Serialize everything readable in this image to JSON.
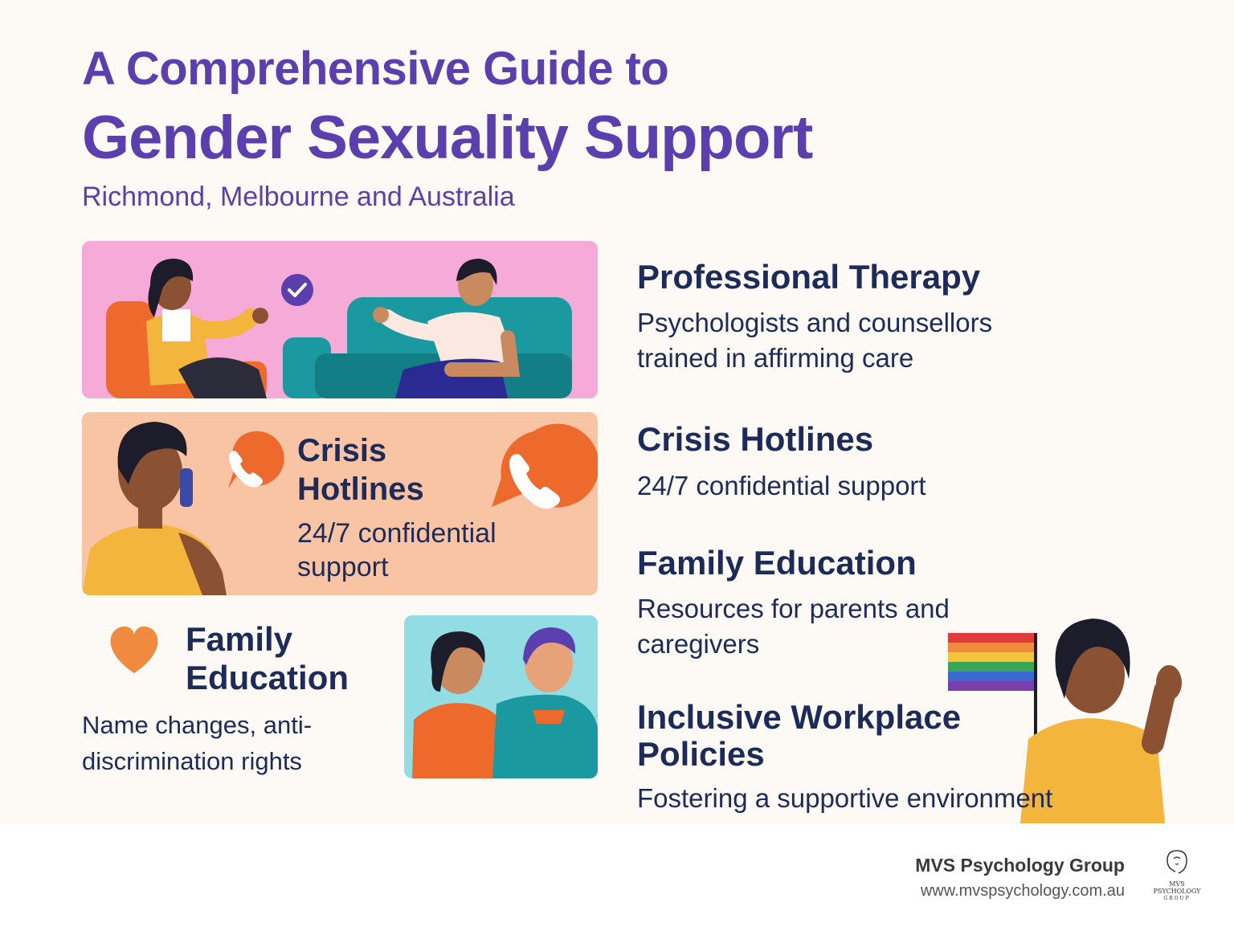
{
  "header": {
    "title_line1": "A Comprehensive Guide to",
    "title_line2": "Gender Sexuality Support",
    "subtitle": "Richmond, Melbourne and Australia"
  },
  "left_panels": {
    "crisis": {
      "title": "Crisis Hotlines",
      "subtitle": "24/7 confidential support"
    },
    "family": {
      "title": "Family Education",
      "description": "Name changes, anti-discrimination rights"
    }
  },
  "right_items": [
    {
      "title": "Professional Therapy",
      "description": "Psychologists and counsellors trained in affirming care"
    },
    {
      "title": "Crisis Hotlines",
      "description": "24/7 confidential support"
    },
    {
      "title": "Family Education",
      "description": "Resources for parents and caregivers"
    },
    {
      "title": "Inclusive Workplace Policies",
      "description": "Fostering a supportive environment"
    }
  ],
  "footer": {
    "brand": "MVS Psychology Group",
    "url": "www.mvspsychology.com.au",
    "logo_text_line1": "MVS",
    "logo_text_line2": "PSYCHOLOGY",
    "logo_text_line3": "GROUP"
  },
  "colors": {
    "title_purple": "#5b3fae",
    "navy_text": "#1c2b5a",
    "therapy_panel": "#f5aad8",
    "crisis_panel": "#f9c4a4",
    "family_panel": "#92dde4",
    "accent_orange": "#ee6a2c"
  },
  "icons": [
    "check-circle-icon",
    "phone-bubble-icon",
    "heart-icon",
    "rainbow-flag-icon",
    "mvs-logo-icon"
  ]
}
